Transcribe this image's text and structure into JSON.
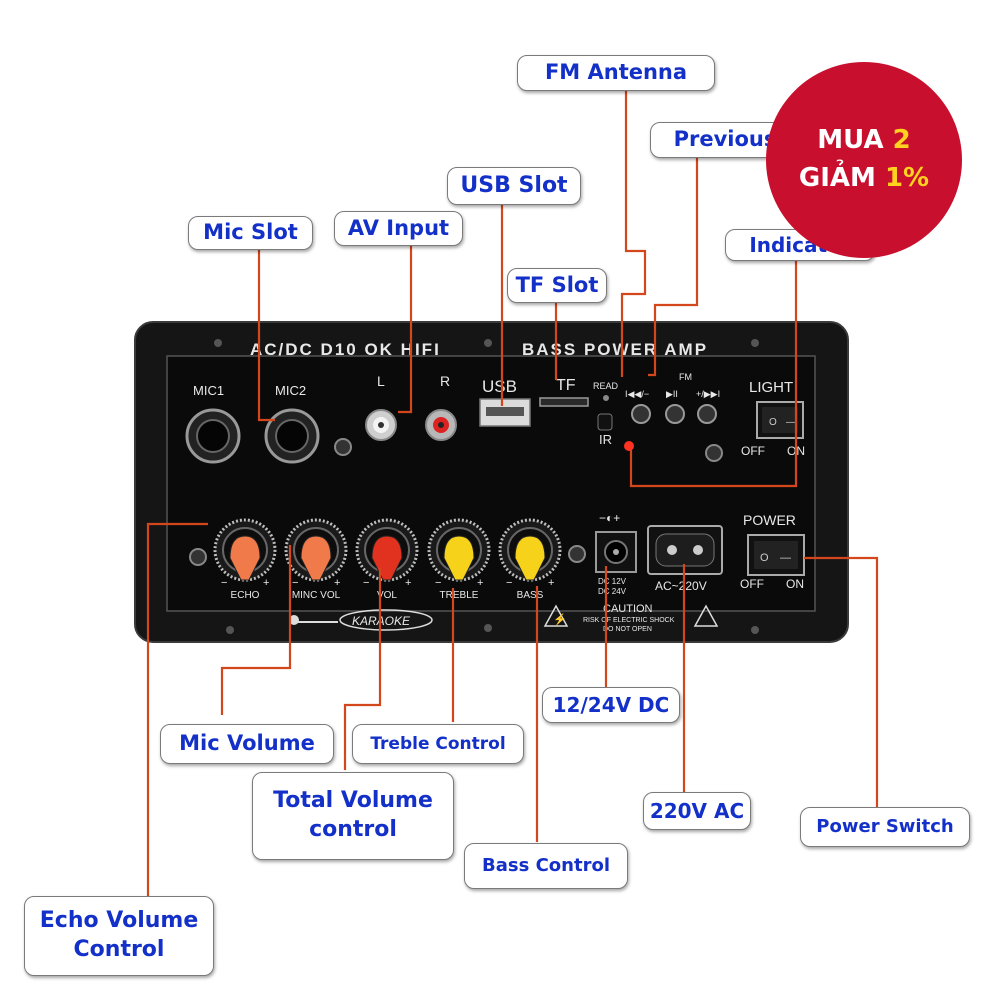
{
  "callouts": {
    "fm_antenna": "FM Antenna",
    "previous": "Previous",
    "indicator": "Indicator",
    "usb_slot": "USB Slot",
    "mic_slot": "Mic Slot",
    "av_input": "AV Input",
    "tf_slot": "TF Slot",
    "mic_volume": "Mic Volume",
    "treble_control": "Treble Control",
    "total_volume_line1": "Total Volume",
    "total_volume_line2": "control",
    "dc_input": "12/24V DC",
    "ac_input": "220V AC",
    "power_switch": "Power Switch",
    "bass_control": "Bass Control",
    "echo_line1": "Echo Volume",
    "echo_line2": "Control"
  },
  "promo": {
    "line1_prefix": "MUA ",
    "line1_number": "2",
    "line2_prefix": "GIẢM ",
    "line2_number": "1%"
  },
  "board": {
    "title_left": "AC/DC D10 OK HIFI",
    "title_right": "BASS POWER AMP",
    "mic1": "MIC1",
    "mic2": "MIC2",
    "av_l": "L",
    "av_r": "R",
    "usb": "USB",
    "tf": "TF",
    "read": "READ",
    "ir": "IR",
    "fm_label": "FM",
    "btn_prev": "I◀◀/−",
    "btn_play": "▶II",
    "btn_next": "+/▶▶I",
    "light": "LIGHT",
    "light_off": "OFF",
    "light_on": "ON",
    "power": "POWER",
    "power_off": "OFF",
    "power_on": "ON",
    "knobs": [
      "ECHO",
      "MINC VOL",
      "VOL",
      "TREBLE",
      "BASS"
    ],
    "karaoke": "KARAOKE",
    "dc_label_1": "DC 12V",
    "dc_label_2": "DC 24V",
    "ac_label": "AC~220V",
    "caution": "CAUTION",
    "caution_sub1": "RISK OF ELECTRIC SHOCK",
    "caution_sub2": "DO NOT OPEN",
    "minus": "−",
    "plus": "+"
  },
  "colors": {
    "leader_line": "#d4461c",
    "callout_text": "#1330c8",
    "panel": "#0c0c0c",
    "promo_bg": "#c8102e",
    "promo_highlight": "#ffd21f",
    "knob_orange": "#f07a4a",
    "knob_red": "#e0321e",
    "knob_yellow": "#f6d21a"
  }
}
